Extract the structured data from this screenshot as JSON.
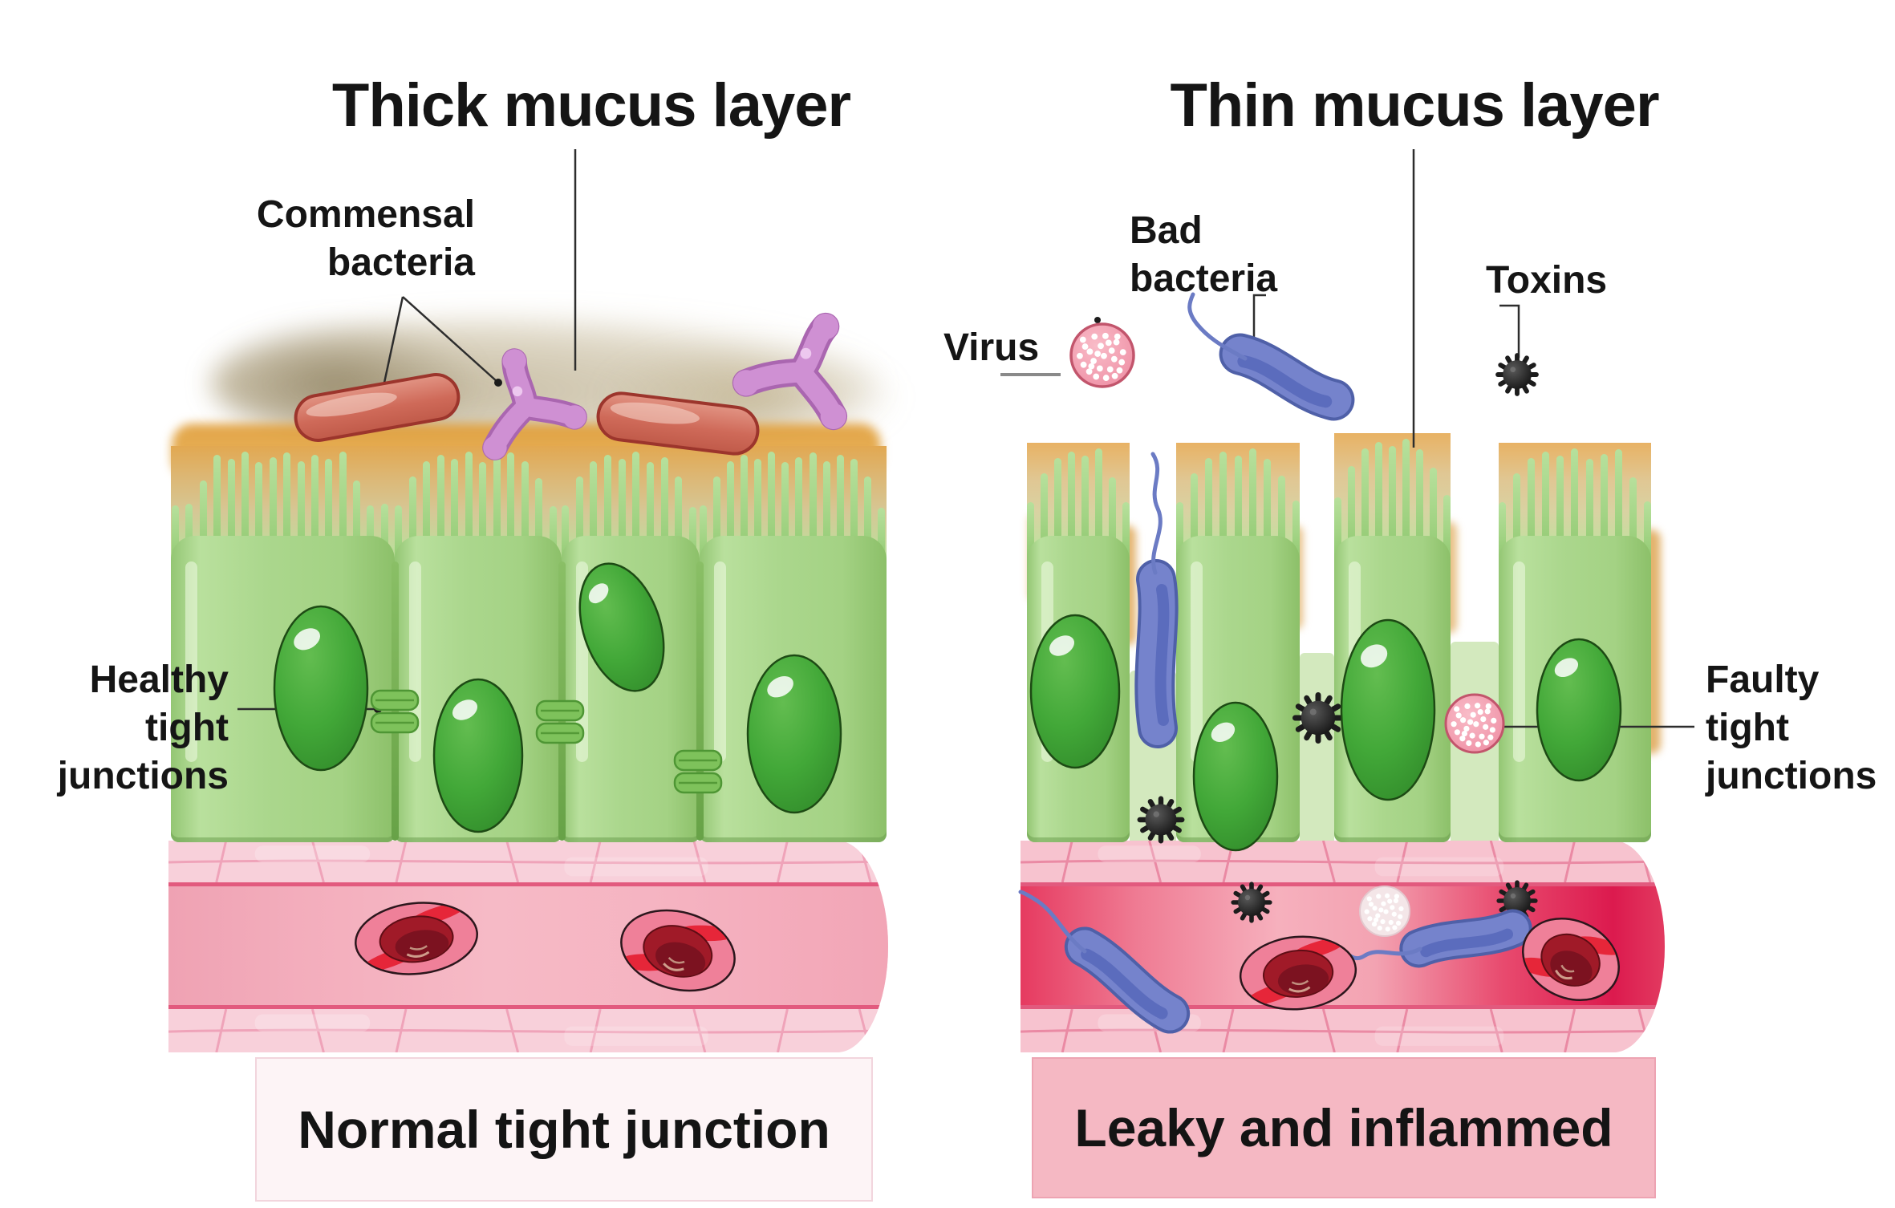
{
  "left_panel": {
    "title": "Thick mucus layer",
    "labels": {
      "commensal": {
        "lines": [
          "Commensal",
          "bacteria"
        ]
      },
      "healthy": {
        "lines": [
          "Healthy",
          "tight",
          "junctions"
        ]
      }
    },
    "caption": "Normal tight junction",
    "icons": [
      "commensal-rod-bacterium-icon",
      "commensal-y-bacterium-icon",
      "epithelial-cell",
      "cell-nucleus",
      "tight-junction",
      "red-blood-cell"
    ]
  },
  "right_panel": {
    "title": "Thin mucus layer",
    "labels": {
      "virus": "Virus",
      "bad_bacteria": {
        "lines": [
          "Bad",
          "bacteria"
        ]
      },
      "toxins": "Toxins",
      "faulty": {
        "lines": [
          "Faulty",
          "tight",
          "junctions"
        ]
      }
    },
    "caption": "Leaky and inflammed",
    "icons": [
      "virus-particle-icon",
      "bad-bacterium-icon",
      "toxin-particle-icon",
      "epithelial-cell",
      "cell-nucleus",
      "white-blood-cell",
      "red-blood-cell"
    ]
  },
  "colors": {
    "cell_green": "#a9d78c",
    "nucleus_green": "#3fa43b",
    "villi_green": "#a3d485",
    "mucus_tan": "#b5a069",
    "mucus_orange": "#e0a64e",
    "vessel_wall_pink": "#f8d0da",
    "vessel_blood_pink": "#f5b6c2",
    "inflamed_red": "#e0245c",
    "bacteria_blue": "#7382ca",
    "commensal_red": "#cf6a59",
    "commensal_pink": "#cf90d3",
    "virus_pink": "#f09aac",
    "toxin_black": "#1c1c1c",
    "rbc_red": "#a01a28",
    "caption_left_bg": "#fdf4f6",
    "caption_right_bg": "#f5b8c3",
    "text": "#141414"
  }
}
